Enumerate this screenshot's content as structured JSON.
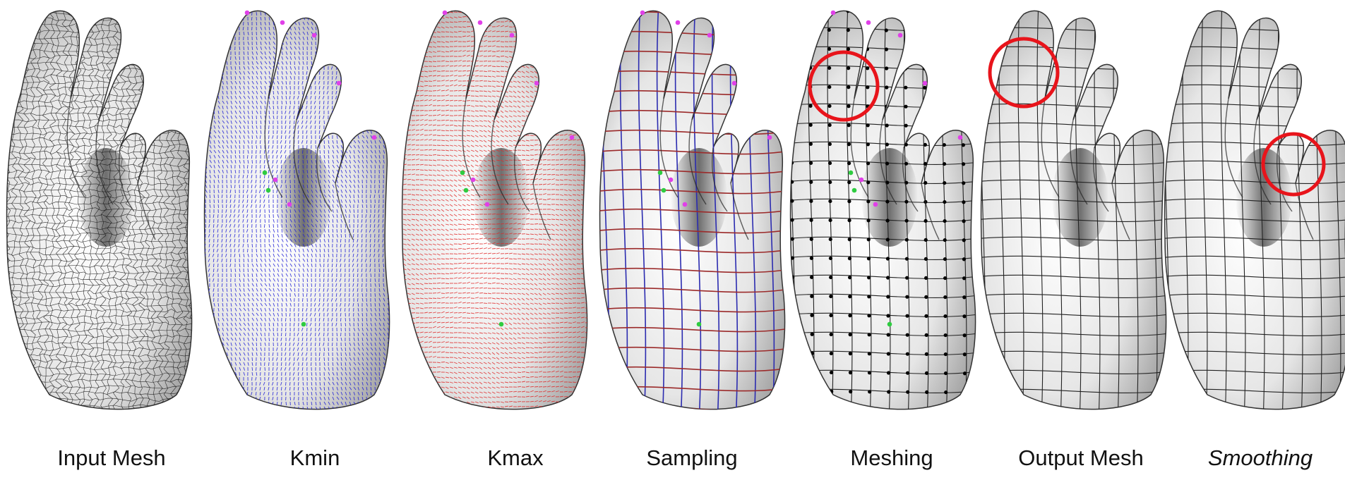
{
  "figure": {
    "panels": [
      {
        "id": "input-mesh",
        "label": "Input Mesh",
        "italic": false,
        "style": "dense-triangle-mesh",
        "mesh_color": "#111111",
        "highlight": "none"
      },
      {
        "id": "kmin",
        "label": "Kmin",
        "italic": false,
        "style": "direction-field",
        "field_color": "#1f1fd6",
        "highlight": "none"
      },
      {
        "id": "kmax",
        "label": "Kmax",
        "italic": false,
        "style": "direction-field",
        "field_color": "#e02a2a",
        "highlight": "none"
      },
      {
        "id": "sampling",
        "label": "Sampling",
        "italic": false,
        "style": "curve-network",
        "curve_colors": [
          "#2b2bb0",
          "#9b2a2a"
        ],
        "highlight": "none"
      },
      {
        "id": "meshing",
        "label": "Meshing",
        "italic": false,
        "style": "quad-mesh-with-vertices",
        "highlight": "index-finger-circle"
      },
      {
        "id": "output-mesh",
        "label": "Output Mesh",
        "italic": false,
        "style": "quad-mesh",
        "highlight": "index-finger-circle"
      },
      {
        "id": "smoothing",
        "label": "Smoothing",
        "italic": true,
        "style": "quad-mesh",
        "highlight": "thumb-circle"
      }
    ],
    "colors": {
      "highlight_circle": "#e8141b",
      "singular_point_magenta": "#e040e8",
      "singular_point_green": "#2ecc40",
      "surface_light": "#f4f4f4",
      "surface_shadow": "#4a4a4a"
    }
  }
}
